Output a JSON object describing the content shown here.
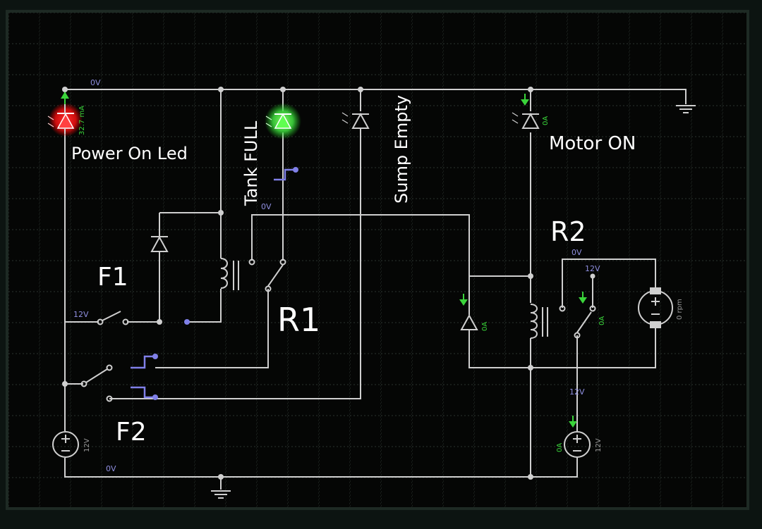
{
  "labels": {
    "power_on_led": "Power On Led",
    "tank_full": "Tank FULL",
    "sump_empty": "Sump Empty",
    "motor_on": "Motor ON",
    "f1": "F1",
    "f2": "F2",
    "r1": "R1",
    "r2": "R2"
  },
  "readouts": {
    "top_rail_v": "0V",
    "led1_current": "32.7 mA",
    "r1_coil_v": "0V",
    "f1_v": "12V",
    "bottom_rail_v": "0V",
    "supply1_v": "12V",
    "r2_v": "0V",
    "r2_switch_v": "12V",
    "motor_led_current": "0A",
    "diode_r2_current": "0A",
    "r2_contact_current": "0A",
    "motor_rpm": "0 rpm",
    "supply2_node_v": "12V",
    "supply2_current": "0A",
    "supply2_v": "12V"
  },
  "colors": {
    "background": "#0c1411",
    "wire": "#cfcfcf",
    "switch_active": "#8080e8",
    "led_red": "#ff2020",
    "led_green": "#40e040",
    "current_arrow": "#3ad43a"
  }
}
